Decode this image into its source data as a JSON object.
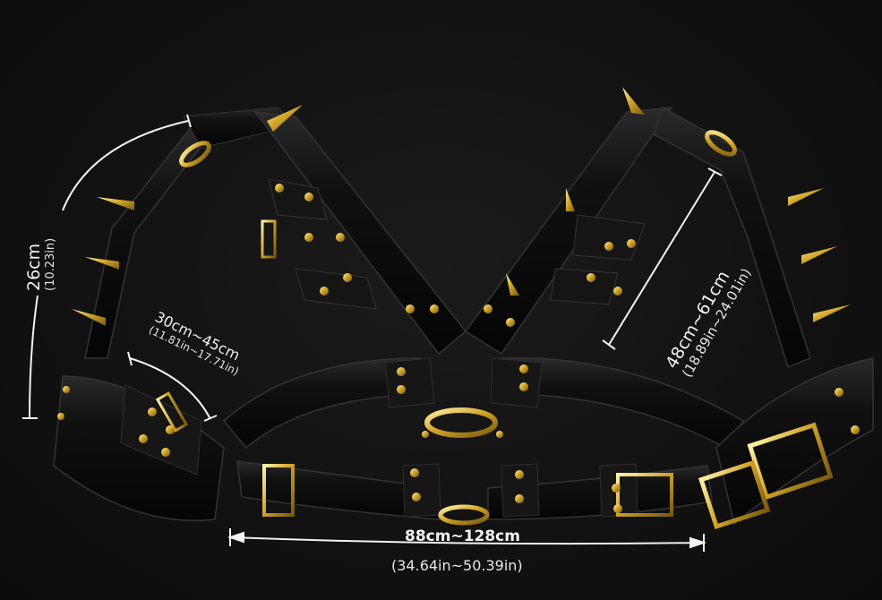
{
  "image": {
    "subject": "black leather harness with gold spikes, studs, O-rings and buckles",
    "background_color": "#121212",
    "leather_color": "#0d0d0d",
    "hardware_color": "#d4a62a"
  },
  "dimensions": {
    "shoulder_strap": {
      "metric": "26cm",
      "imperial": "(10.23in)"
    },
    "arm_cuff": {
      "metric": "30cm~45cm",
      "imperial": "(11.81in~17.71in)"
    },
    "front_strap": {
      "metric": "48cm~61cm",
      "imperial": "(18.89in~24.01in)"
    },
    "chest_band": {
      "metric": "88cm~128cm",
      "imperial": "(34.64in~50.39in)"
    }
  }
}
